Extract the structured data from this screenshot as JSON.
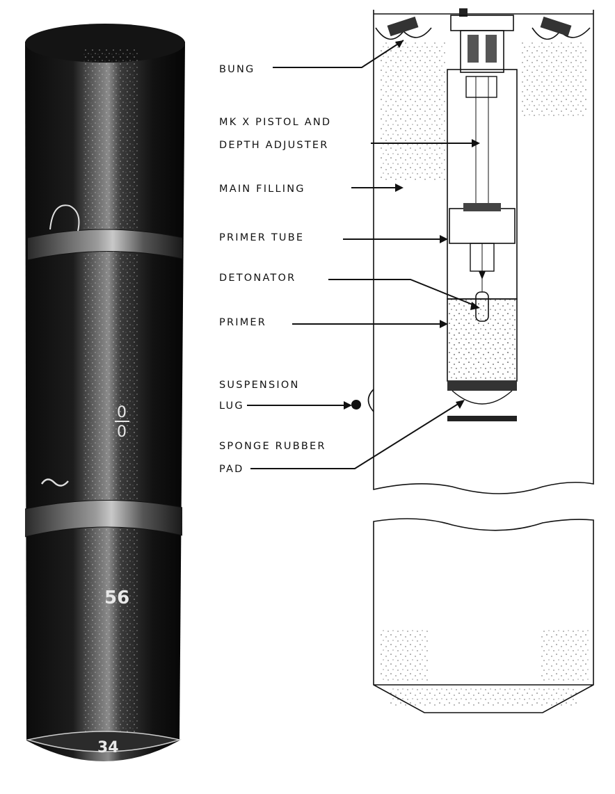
{
  "callouts": {
    "bung": "BUNG",
    "pistol_line1": "MK X PISTOL AND",
    "pistol_line2": "DEPTH ADJUSTER",
    "main_filling": "MAIN FILLING",
    "primer_tube": "PRIMER TUBE",
    "detonator": "DETONATOR",
    "primer": "PRIMER",
    "suspension_line1": "SUSPENSION",
    "suspension_line2": "LUG",
    "sponge_line1": "SPONGE RUBBER",
    "sponge_line2": "PAD"
  },
  "photo_markings": {
    "stencil_fraction_top": "0",
    "stencil_fraction_bottom": "0",
    "stencil_number": "56",
    "base_number": "34"
  }
}
